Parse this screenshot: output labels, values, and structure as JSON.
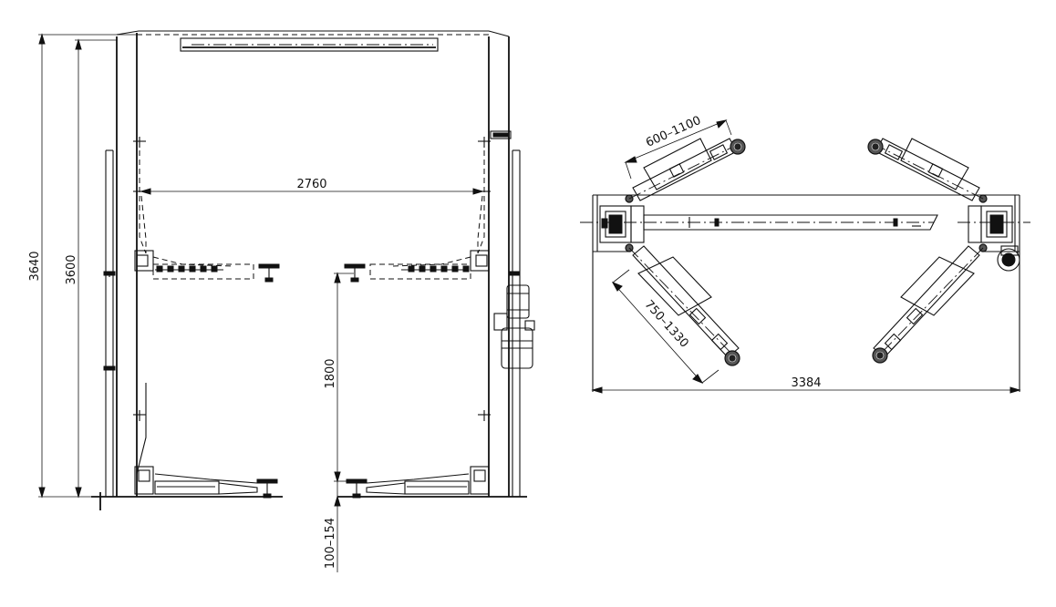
{
  "diagram": {
    "front_view": {
      "dims": {
        "overall_height": "3640",
        "column_height": "3600",
        "inner_width": "2760",
        "max_lift": "1800",
        "min_pad": "100–154"
      }
    },
    "top_view": {
      "dims": {
        "short_arm": "600–1100",
        "long_arm": "750–1330",
        "overall_width": "3384"
      }
    },
    "colors": {
      "line": "#111111",
      "background": "#ffffff"
    }
  }
}
